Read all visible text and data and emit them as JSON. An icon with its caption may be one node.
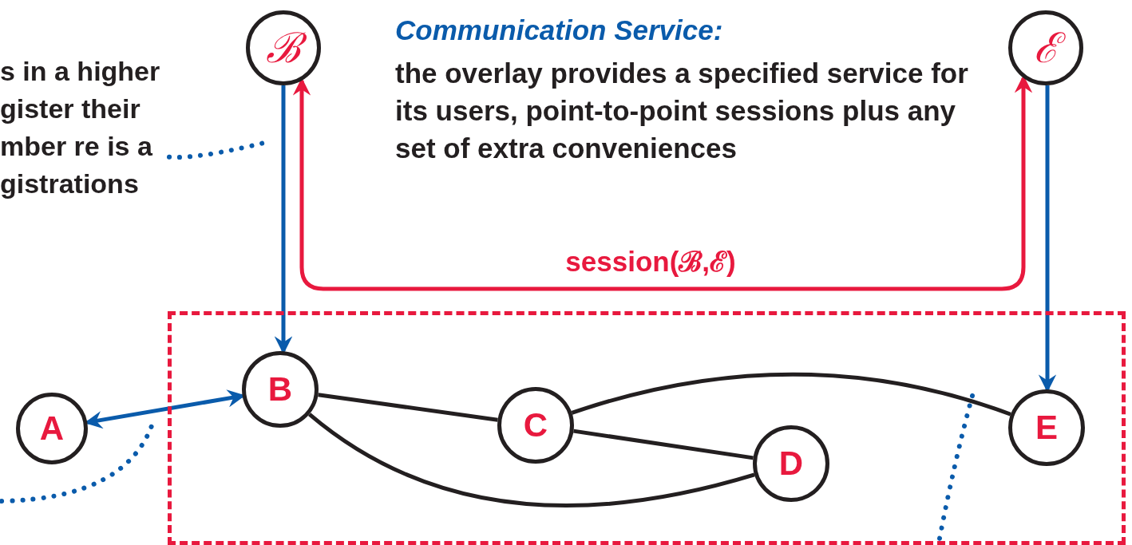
{
  "diagram": {
    "nodes": [
      {
        "text": [
          "s in a higher gister their mber re is a gistrations"
        ]
      },
      {
        "text": [
          "ℬ"
        ]
      },
      {
        "text": [
          "ℰ"
        ]
      },
      {
        "text": [],
        "shape": "box"
      },
      {
        "text": [
          "A"
        ]
      },
      {
        "text": [
          "B"
        ],
        "in": 3
      },
      {
        "text": [
          "C"
        ],
        "in": 3
      },
      {
        "text": [
          "D"
        ],
        "in": 3
      },
      {
        "text": [
          "E"
        ],
        "in": 3
      }
    ],
    "edges": [
      {
        "from": 1,
        "to": 5,
        "arrow": "to",
        "color": "#0a5bab"
      },
      {
        "from": 2,
        "to": 8,
        "arrow": "to",
        "color": "#0a5bab"
      },
      {
        "from": 1,
        "to": 2,
        "arrow": "both",
        "label": "session(ℬ,ℰ)",
        "color": "#e8193e"
      },
      {
        "from": 4,
        "to": 5,
        "arrow": "both",
        "color": "#0a5bab"
      },
      {
        "from": 5,
        "to": 6,
        "arrow": "none",
        "color": "#231f20"
      },
      {
        "from": 6,
        "to": 7,
        "arrow": "none",
        "color": "#231f20"
      },
      {
        "from": 5,
        "to": 7,
        "arrow": "none",
        "color": "#231f20"
      },
      {
        "from": 6,
        "to": 8,
        "arrow": "none",
        "color": "#231f20"
      },
      {
        "from": 0,
        "to": null,
        "arrow": "none",
        "style": "dashed",
        "color": "#0a5bab"
      }
    ],
    "labels": [
      "Communication Service:",
      "the overlay provides a specified service for its users, point-to-point sessions plus any set of extra conveniences"
    ]
  }
}
